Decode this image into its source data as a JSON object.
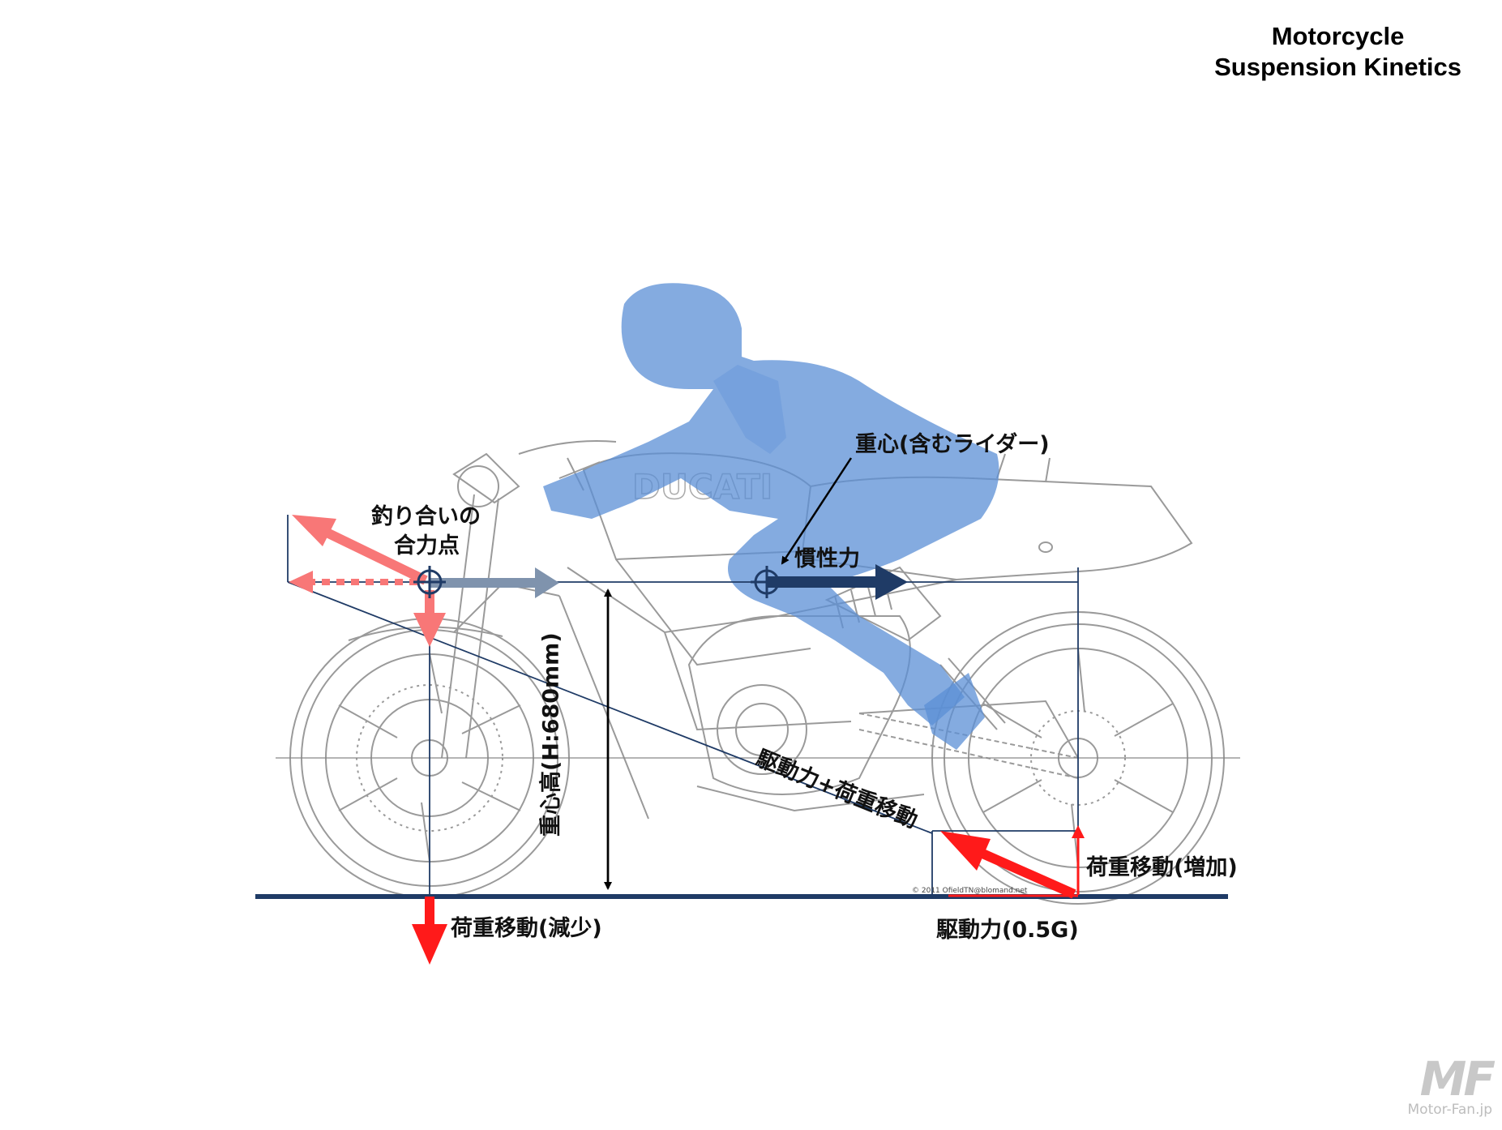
{
  "title": {
    "line1": "Motorcycle",
    "line2": "Suspension Kinetics"
  },
  "labels": {
    "balance_point_1": "釣り合いの",
    "balance_point_2": "合力点",
    "cog_rider": "重心(含むライダー)",
    "inertia": "慣性力",
    "cog_height": "重心高(H:680mm)",
    "drive_plus_load": "駆動力+荷重移動",
    "load_transfer_increase": "荷重移動(増加)",
    "load_transfer_decrease": "荷重移動(減少)",
    "drive_force": "駆動力(0.5G)"
  },
  "credit": "© 2011 OfieldTN@blomand.net",
  "logo": {
    "mark": "MF",
    "site": "Motor-Fan.jp"
  },
  "colors": {
    "arrow_red": "#ff1a1a",
    "arrow_pink": "#f87777",
    "arrow_navy": "#1f3b66",
    "ground_line": "#1f3b66",
    "rider_blue": "#5b8fd6",
    "bike_line": "#9a9a9a"
  }
}
